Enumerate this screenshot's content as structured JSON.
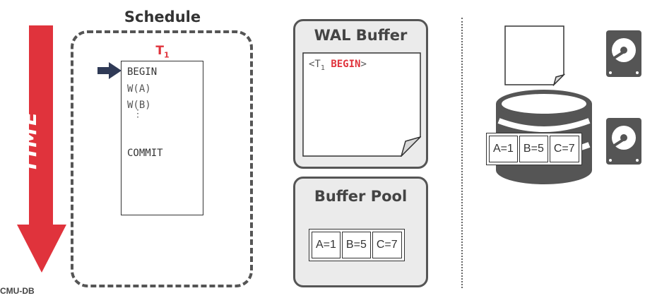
{
  "time_label": "TIME",
  "schedule": {
    "title": "Schedule",
    "txn_label": "T",
    "txn_sub": "1",
    "operations": [
      "BEGIN",
      "W(A)",
      "W(B)",
      "⋮",
      "COMMIT"
    ]
  },
  "wal_buffer": {
    "title": "WAL Buffer",
    "entry_prefix": "<T",
    "entry_sub": "1",
    "entry_keyword": "BEGIN",
    "entry_suffix": ">"
  },
  "buffer_pool": {
    "title": "Buffer Pool",
    "cells": [
      "A=1",
      "B=5",
      "C=7"
    ]
  },
  "disk": {
    "cells": [
      "A=1",
      "B=5",
      "C=7"
    ]
  },
  "logo": "CMU-DB",
  "colors": {
    "accent_red": "#e0333c",
    "box_border": "#555555",
    "box_fill": "#ebebeb",
    "pointer": "#2f3a56",
    "disk_dark": "#555555"
  }
}
